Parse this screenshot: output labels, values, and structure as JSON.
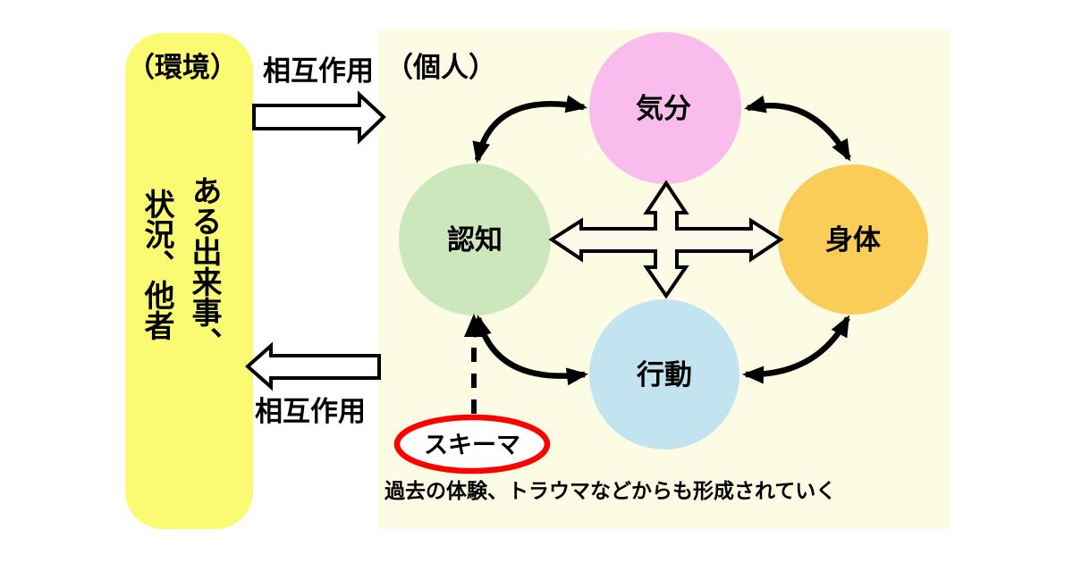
{
  "environment_box": {
    "title": "（環境）",
    "vertical_text_columns": [
      "ある出来事、",
      "状況、他者"
    ],
    "bg_color": "#FBFB73"
  },
  "interaction": {
    "top_label": "相互作用",
    "bottom_label": "相互作用"
  },
  "individual_panel": {
    "title": "（個人）",
    "bg_color": "#FCFBE3",
    "circles": [
      {
        "id": "mood",
        "label": "気分",
        "color": "#F9BCEC"
      },
      {
        "id": "cognition",
        "label": "認知",
        "color": "#CDE7BD"
      },
      {
        "id": "body",
        "label": "身体",
        "color": "#FACD58"
      },
      {
        "id": "behavior",
        "label": "行動",
        "color": "#C2E4F0"
      }
    ],
    "schema": {
      "label": "スキーマ",
      "border_color": "#FF0000",
      "fill_color": "#FFFFFF"
    },
    "caption": "過去の体験、トラウマなどからも形成されていく"
  },
  "colors": {
    "arrow_outline": "#000000",
    "block_arrow_fill": "#FFFFFF",
    "cross_arrow_fill": "#FCFBEA"
  }
}
